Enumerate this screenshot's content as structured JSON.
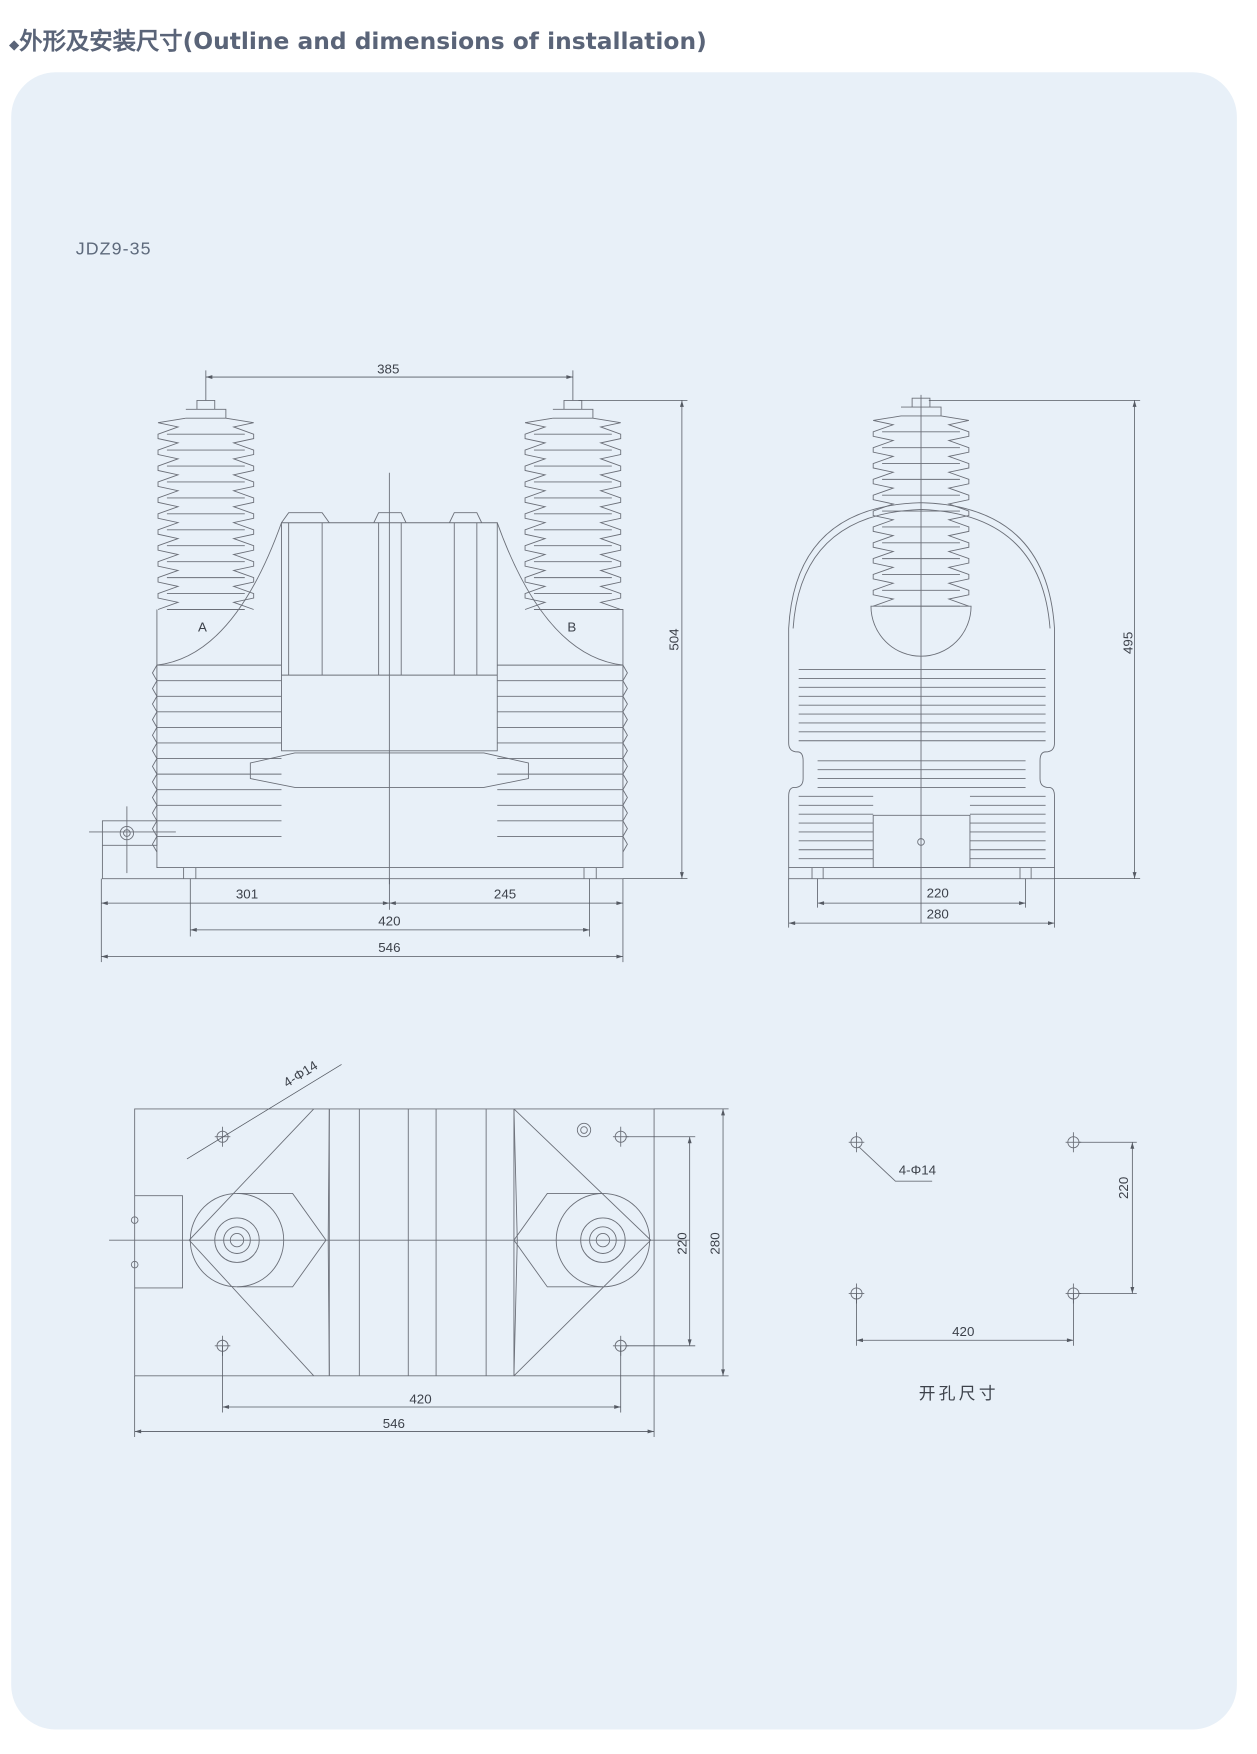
{
  "header": {
    "bullet": "◆",
    "title": "外形及安装尺寸(Outline and dimensions of installation)"
  },
  "colors": {
    "panel": "#e8f0f8",
    "title": "#5a6478",
    "line": "#6b6f78"
  },
  "model": "JDZ9-35",
  "front_view": {
    "terminal_a": "A",
    "terminal_b": "B",
    "dims": {
      "terminal_spacing": "385",
      "height": "504",
      "left_offset": "301",
      "right_offset": "245",
      "mount_spacing": "420",
      "overall_length": "546"
    }
  },
  "side_view": {
    "dims": {
      "height": "495",
      "mount_spacing": "220",
      "overall_width": "280"
    }
  },
  "top_view": {
    "dims": {
      "holes": "4-Φ14",
      "mount_width": "220",
      "overall_width": "280",
      "mount_length": "420",
      "overall_length": "546"
    }
  },
  "hole_pattern": {
    "title": "开孔尺寸",
    "holes": "4-Φ14",
    "width": "220",
    "length": "420"
  }
}
